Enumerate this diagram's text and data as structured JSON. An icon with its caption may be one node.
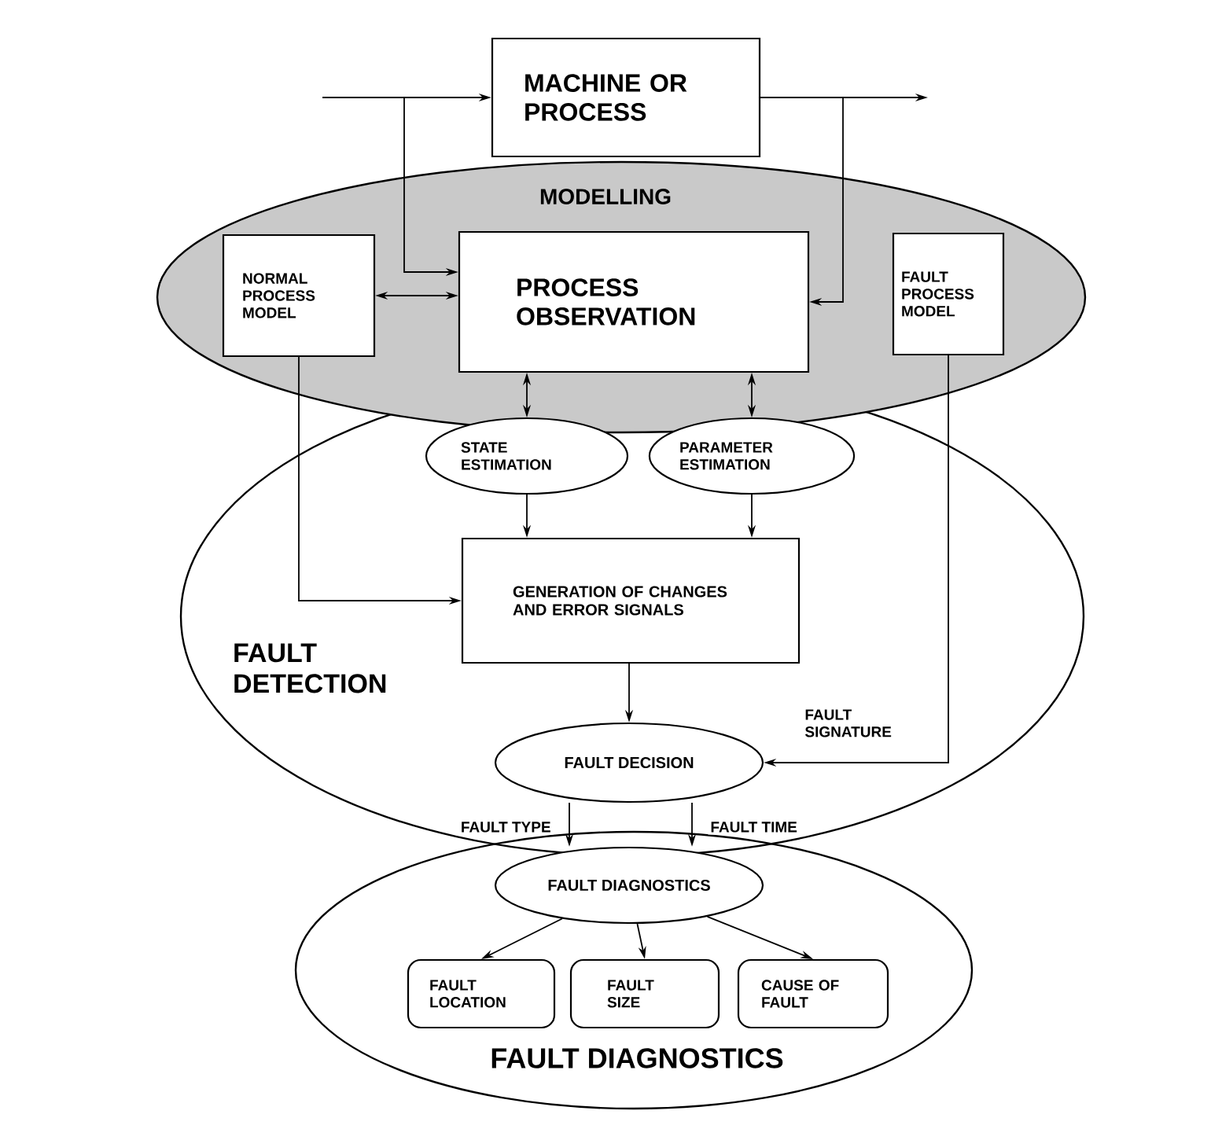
{
  "diagram": {
    "nodes": [
      {
        "text": [
          "MACHINE OR PROCESS"
        ]
      },
      {
        "text": [
          "MODELLING"
        ]
      },
      {
        "text": [
          "NORMAL PROCESS MODEL"
        ],
        "in": 1
      },
      {
        "text": [
          "PROCESS OBSERVATION"
        ],
        "in": 1
      },
      {
        "text": [
          "FAULT PROCESS MODEL"
        ],
        "in": 1
      },
      {
        "text": [
          "FAULT DETECTION"
        ]
      },
      {
        "text": [
          "STATE ESTIMATION"
        ],
        "in": 5
      },
      {
        "text": [
          "PARAMETER ESTIMATION"
        ],
        "in": 5
      },
      {
        "text": [
          "GENERATION OF CHANGES AND ERROR SIGNALS"
        ],
        "in": 5
      },
      {
        "text": [
          "FAULT DECISION"
        ],
        "in": 5
      },
      {
        "text": [
          "FAULT DIAGNOSTICS"
        ]
      },
      {
        "text": [
          "FAULT DIAGNOSTICS"
        ],
        "in": 10
      },
      {
        "text": [
          "FAULT LOCATION"
        ],
        "in": 10
      },
      {
        "text": [
          "FAULT SIZE"
        ],
        "in": 10
      },
      {
        "text": [
          "CAUSE OF FAULT"
        ],
        "in": 10
      }
    ],
    "edges": [
      {
        "from": null,
        "to": 0,
        "arrow": "to"
      },
      {
        "from": 0,
        "to": null,
        "arrow": "to"
      },
      {
        "from": null,
        "to": 3,
        "arrow": "to"
      },
      {
        "from": 0,
        "to": 3,
        "arrow": "to"
      },
      {
        "from": 2,
        "to": 3,
        "arrow": "both"
      },
      {
        "from": 3,
        "to": 6,
        "arrow": "both"
      },
      {
        "from": 3,
        "to": 7,
        "arrow": "both"
      },
      {
        "from": 6,
        "to": 8,
        "arrow": "to"
      },
      {
        "from": 7,
        "to": 8,
        "arrow": "to"
      },
      {
        "from": 2,
        "to": 8,
        "arrow": "to"
      },
      {
        "from": 8,
        "to": 9,
        "arrow": "to"
      },
      {
        "from": 4,
        "to": 9,
        "arrow": "to",
        "label": "FAULT SIGNATURE"
      },
      {
        "from": 9,
        "to": 11,
        "arrow": "to",
        "label": "FAULT TYPE"
      },
      {
        "from": 9,
        "to": 11,
        "arrow": "to",
        "label": "FAULT TIME"
      },
      {
        "from": 11,
        "to": 12,
        "arrow": "to"
      },
      {
        "from": 11,
        "to": 13,
        "arrow": "to"
      },
      {
        "from": 11,
        "to": 14,
        "arrow": "to"
      }
    ]
  }
}
